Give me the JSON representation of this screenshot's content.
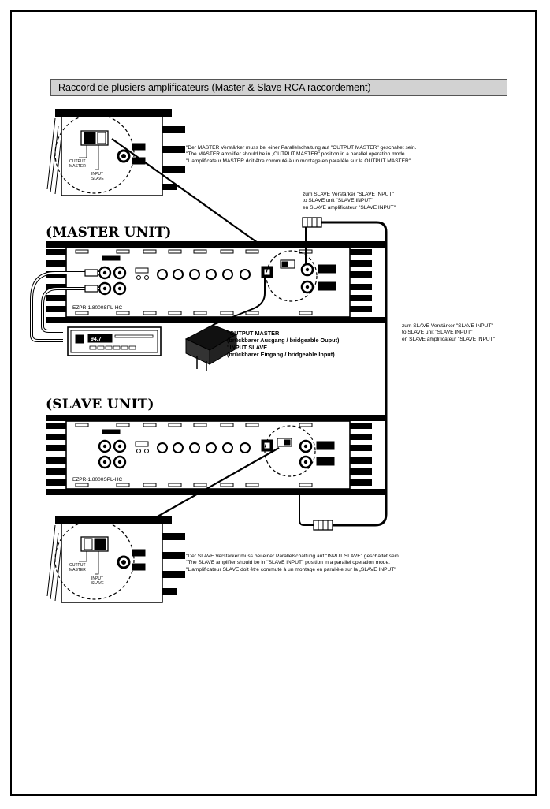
{
  "title": "Raccord de plusiers amplificateurs (Master & Slave RCA raccordement)",
  "master": {
    "heading": "(MASTER UNIT)",
    "model": "EZPR-1.8000SPL-HC",
    "switch_labels": [
      "OUTPUT",
      "MASTER",
      "INPUT",
      "SLAVE"
    ],
    "note_lines": [
      "\"Der MASTER Verstärker muss bei einer Parallelschaltung auf \"OUTPUT MASTER\" geschaltet sein.",
      "\"The MASTER amplifier should be in „OUTPUT MASTER\" position in a parallel operation mode.",
      "\"L'amplificateur MASTER doit être commuté à un montage en parallèle sur la OUTPUT MASTER\""
    ]
  },
  "slave": {
    "heading": "(SLAVE UNIT)",
    "model": "EZPR-1.8000SPL-HC",
    "switch_labels": [
      "OUTPUT",
      "MASTER",
      "INPUT",
      "SLAVE"
    ],
    "note_lines": [
      "\"Der SLAVE Verstärker muss bei einer Parallelschaltung auf \"INPUT SLAVE\" geschaltet sein.",
      "\"The SLAVE amplifier should be in \"SLAVE INPUT\" position in a parallel operation mode.",
      "\"L'amplificateur SLAVE doit être commuté à un montage en parallèle sur la „SLAVE INPUT\""
    ]
  },
  "to_slave_top": [
    "zum SLAVE Verstärker \"SLAVE INPUT\"",
    "to SLAVE unit \"SLAVE INPUT\"",
    "en SLAVE amplificateur \"SLAVE INPUT\""
  ],
  "to_slave_right": [
    "zum SLAVE Verstärker \"SLAVE INPUT\"",
    "to SLAVE unit \"SLAVE INPUT\"",
    "en SLAVE amplificateur \"SLAVE INPUT\""
  ],
  "bridge_note": [
    "\"OUTPUT MASTER",
    "(brückbarer Ausgang / bridgeable Ouput)",
    "\"INPUT SLAVE",
    "(brückbarer Eingang / bridgeable Input)"
  ],
  "head_unit_display": "94.7",
  "colors": {
    "ink": "#000000",
    "panel": "#ffffff",
    "titlebar": "#d2d2d2",
    "cable": "#9a9a9a"
  }
}
